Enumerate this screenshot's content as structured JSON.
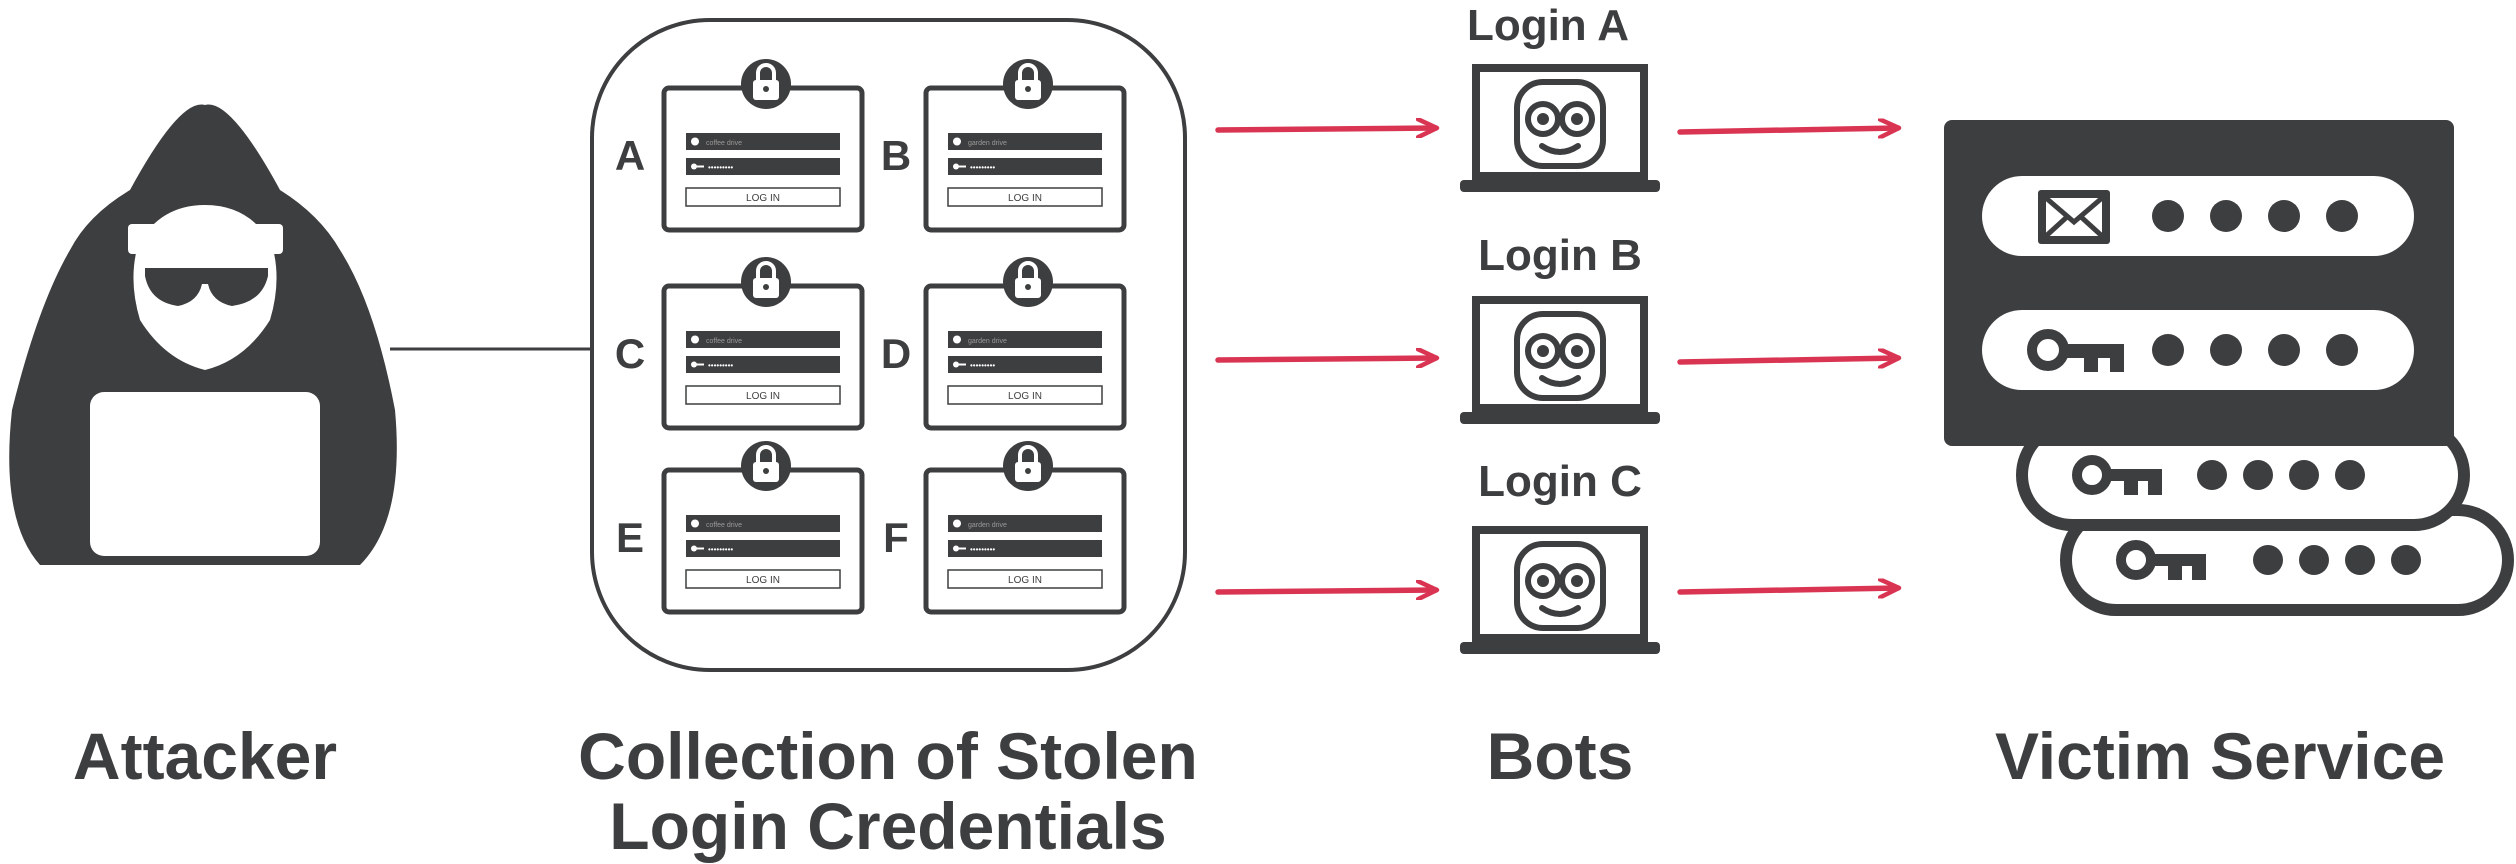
{
  "colors": {
    "ink": "#3d3e3f",
    "arrow": "#d93553",
    "background": "#ffffff",
    "card_text": "#9a9a9a"
  },
  "icons": [
    "hooded-attacker-icon",
    "lock-icon",
    "user-icon",
    "key-icon",
    "robot-icon",
    "laptop-icon",
    "envelope-icon",
    "server-icon"
  ],
  "captions": {
    "attacker": "Attacker",
    "collection": "Collection of Stolen Login Credentials",
    "bots": "Bots",
    "victim": "Victim Service"
  },
  "credential_cards": [
    {
      "letter": "A",
      "username": "coffee drive",
      "password": "•••••••••",
      "button": "LOG IN"
    },
    {
      "letter": "B",
      "username": "garden drive",
      "password": "•••••••••",
      "button": "LOG IN"
    },
    {
      "letter": "C",
      "username": "coffee drive",
      "password": "•••••••••",
      "button": "LOG IN"
    },
    {
      "letter": "D",
      "username": "garden drive",
      "password": "•••••••••",
      "button": "LOG IN"
    },
    {
      "letter": "E",
      "username": "coffee drive",
      "password": "•••••••••",
      "button": "LOG IN"
    },
    {
      "letter": "F",
      "username": "garden drive",
      "password": "•••••••••",
      "button": "LOG IN"
    }
  ],
  "bots": [
    {
      "label": "Login A"
    },
    {
      "label": "Login B"
    },
    {
      "label": "Login C"
    }
  ],
  "victim_service": {
    "rows": [
      {
        "icon": "envelope-icon",
        "dots": 4
      },
      {
        "icon": "key-icon",
        "dots": 4
      },
      {
        "icon": "key-icon",
        "dots": 4
      },
      {
        "icon": "key-icon",
        "dots": 4
      }
    ]
  }
}
